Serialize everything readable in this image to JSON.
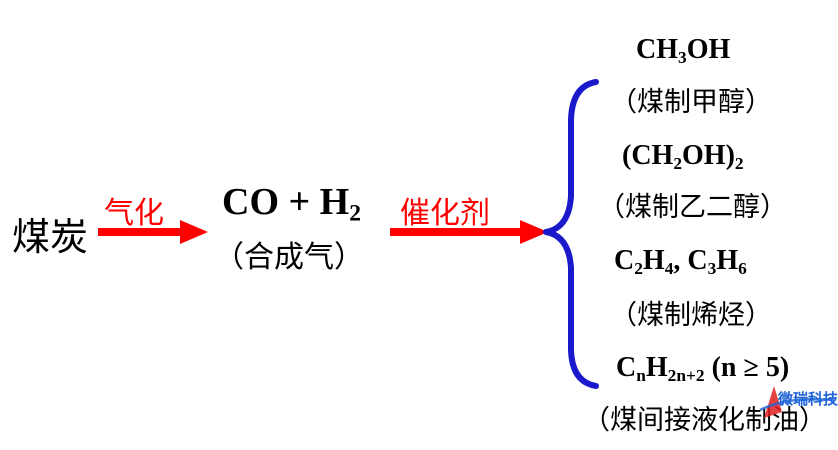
{
  "source": {
    "label": "煤炭"
  },
  "step1": {
    "label": "气化"
  },
  "intermediate": {
    "formula_parts": [
      "CO + H",
      "2"
    ],
    "name": "（合成气）"
  },
  "step2": {
    "label": "催化剂"
  },
  "products": [
    {
      "formula_parts": [
        "CH",
        "3",
        "OH"
      ],
      "name": "（煤制甲醇）"
    },
    {
      "formula_parts": [
        "(CH",
        "2",
        "OH)",
        "2"
      ],
      "name": "（煤制乙二醇）"
    },
    {
      "formula_parts": [
        "C",
        "2",
        "H",
        "4",
        ", C",
        "3",
        "H",
        "6"
      ],
      "name": "（煤制烯烃）"
    },
    {
      "formula_parts": [
        "C",
        "n",
        "H",
        "2n+2",
        " (n ≥ 5)"
      ],
      "name": "（煤间接液化制油）"
    }
  ],
  "watermark": {
    "text": "微瑞科技"
  },
  "colors": {
    "arrow": "#ff0000",
    "brace": "#1a1acc",
    "label": "#ff0000"
  }
}
